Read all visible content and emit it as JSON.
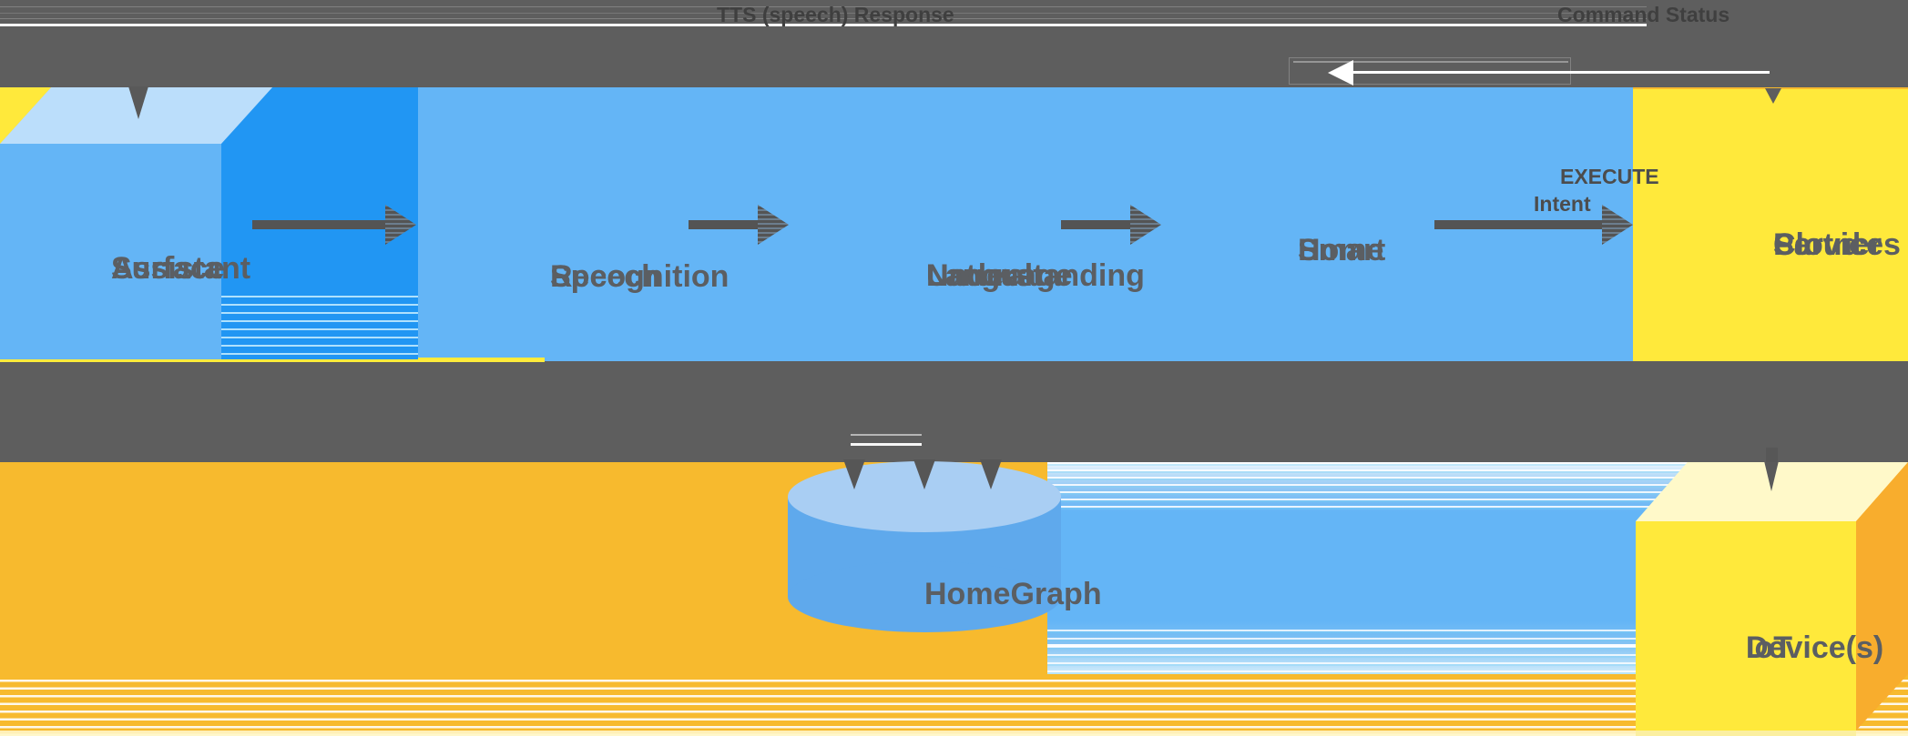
{
  "colors": {
    "band": "#5E5E5E",
    "band_text": "#3F3F3F",
    "panel_blue": "#64B5F6",
    "side_blue": "#2196F3",
    "face_light_blue": "#BBDEFB",
    "bright_yellow": "#FFE93B",
    "pale_yellow": "#FFF9C9",
    "amber_side": "#F8AD2D",
    "orange_bg": "#F7BA2E",
    "arrow_gray": "#545454",
    "label_gray": "#5B5E62",
    "cylinder_body": "#5FA9EC",
    "cylinder_top": "#A9CEF3",
    "yellow_line": "#FFEB3B"
  },
  "top_band": {
    "tts_label": "TTS (speech) Response",
    "command_label": "Command Status"
  },
  "nodes": {
    "assistant": {
      "lines": [
        "Assistant",
        "Surface"
      ]
    },
    "speech": {
      "lines": [
        "Speech",
        "Recognition"
      ]
    },
    "nlu": {
      "lines": [
        "Natural",
        "Language",
        "Understanding"
      ]
    },
    "smart_home": {
      "lines": [
        "Smart",
        "Home"
      ]
    },
    "partner": {
      "lines": [
        "Partner",
        "Cloud",
        "Services"
      ]
    },
    "homegraph": {
      "label": "HomeGraph"
    },
    "iot": {
      "lines": [
        "IoT",
        "Device(s)"
      ]
    }
  },
  "arrow_labels": {
    "execute": {
      "lines": [
        "EXECUTE",
        "Intent"
      ]
    }
  }
}
